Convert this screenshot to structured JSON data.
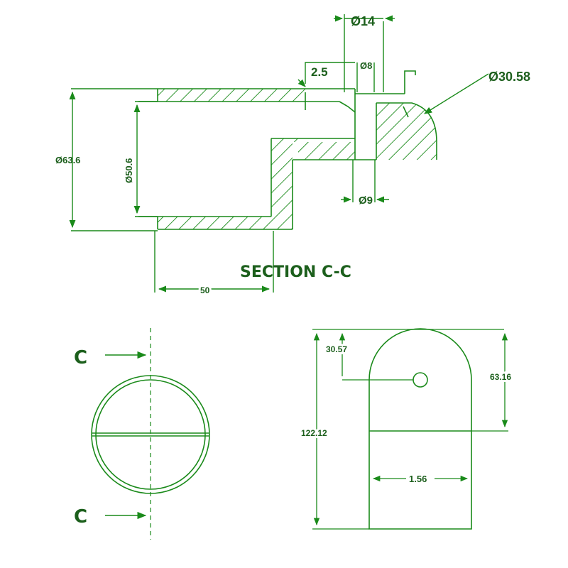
{
  "colors": {
    "line": "#1a8a1a",
    "text": "#1c5f1c",
    "hatch": "#1a8a1a"
  },
  "section_title": "SECTION C-C",
  "section_dims": {
    "bore_dia": "Ø63.6",
    "inner_dia": "Ø50.6",
    "depth": "50",
    "chamfer": "2.5",
    "hole_14": "Ø14",
    "hole_8": "Ø8",
    "hole_9": "Ø9",
    "radius": "Ø30.58"
  },
  "plan_view": {
    "cut_label_top": "C",
    "cut_label_bottom": "C"
  },
  "side_view": {
    "overall_height": "122.12",
    "top_to_hole": "30.57",
    "arc_height": "63.16",
    "width": "1.56"
  }
}
